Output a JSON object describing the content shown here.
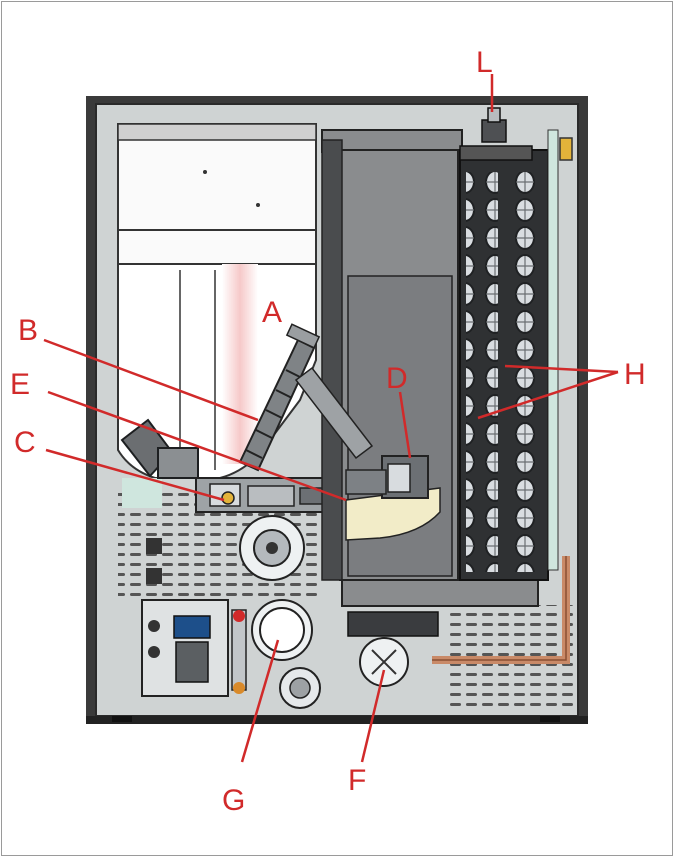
{
  "colors": {
    "callout": "#d12a2a",
    "cabinet": "#3a3a3a",
    "panel": "#cfd3d3",
    "tank": "#8a8c8e",
    "exchanger": "#2f3133",
    "tube": "#c7cbd0",
    "glass": "#cfe6de",
    "pipe": "#c98a68",
    "grille": "#555555"
  },
  "labels": {
    "a": "A",
    "b": "B",
    "c": "C",
    "d": "D",
    "e": "E",
    "f": "F",
    "g": "G",
    "h": "H",
    "l": "L"
  }
}
